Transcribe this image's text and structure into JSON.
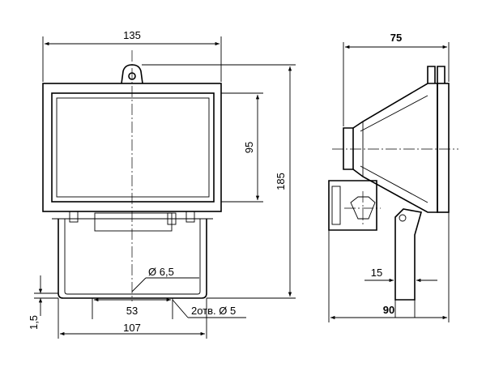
{
  "front_view": {
    "width_total": "135",
    "frame_height": "95",
    "height_total": "185",
    "hole_diameter": "Ø 6,5",
    "holes_spacing": "53",
    "holes_note": "2отв. Ø 5",
    "base_width": "107",
    "offset_small": "1,5"
  },
  "side_view": {
    "depth_top": "75",
    "depth_bottom": "90",
    "bracket_width": "15"
  }
}
